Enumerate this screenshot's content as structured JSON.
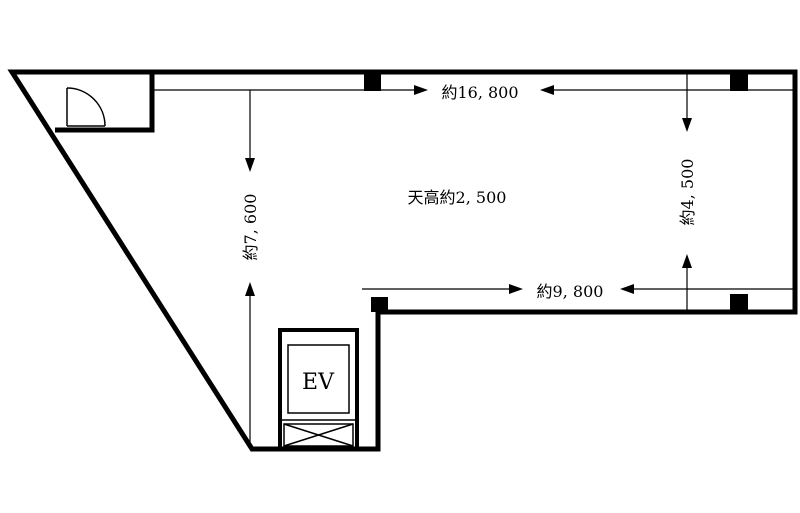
{
  "plan": {
    "ceiling_height_label": "天高約2, 500",
    "dimensions": {
      "top_width": "約16, 800",
      "bottom_width": "約9, 800",
      "right_depth": "約4, 500",
      "left_depth": "約7, 600"
    },
    "elevator_label": "EV"
  }
}
